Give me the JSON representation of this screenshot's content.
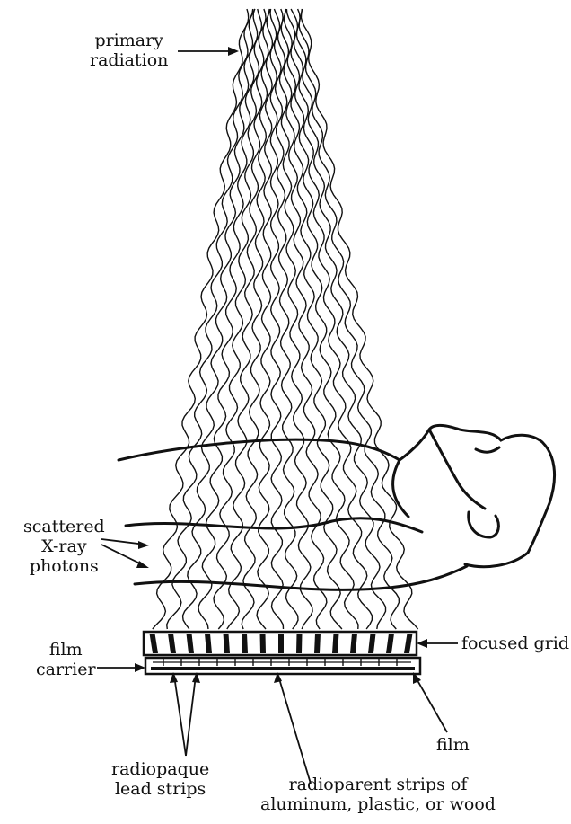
{
  "labels": {
    "primary_radiation": [
      "primary",
      "radiation"
    ],
    "scattered_photons": [
      "scattered",
      "X-ray",
      "photons"
    ],
    "film_carrier": [
      "film",
      "carrier"
    ],
    "focused_grid": "focused grid",
    "film": "film",
    "lead_strips": [
      "radiopaque",
      "lead strips"
    ],
    "radioparent_strips": [
      "radioparent strips of",
      "aluminum, plastic, or wood"
    ]
  },
  "colors": {
    "ink": "#111111",
    "background": "#ffffff"
  }
}
